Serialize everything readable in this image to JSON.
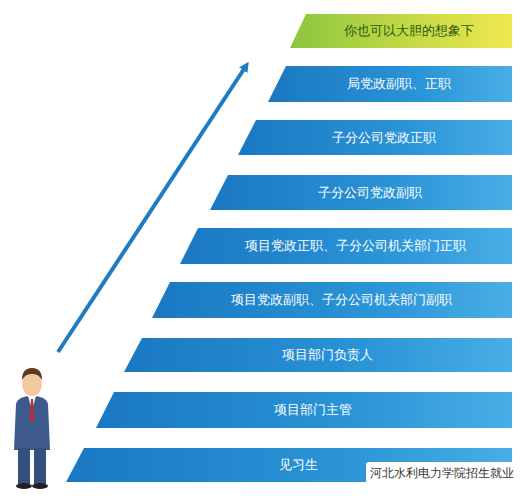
{
  "diagram": {
    "nodes": [
      {
        "text": [
          "你也可以大胆的想象下"
        ]
      },
      {
        "text": [
          "局党政副职、正职"
        ]
      },
      {
        "text": [
          "子分公司党政正职"
        ]
      },
      {
        "text": [
          "子分公司党政副职"
        ]
      },
      {
        "text": [
          "项目党政正职、子分公司机关部门正职"
        ]
      },
      {
        "text": [
          "项目党政副职、子分公司机关部门副职"
        ]
      },
      {
        "text": [
          "项目部门负责人"
        ]
      },
      {
        "text": [
          "项目部门主管"
        ]
      },
      {
        "text": [
          "见习生"
        ]
      }
    ],
    "labels": [
      "河北水利电力学院招生就业"
    ]
  }
}
